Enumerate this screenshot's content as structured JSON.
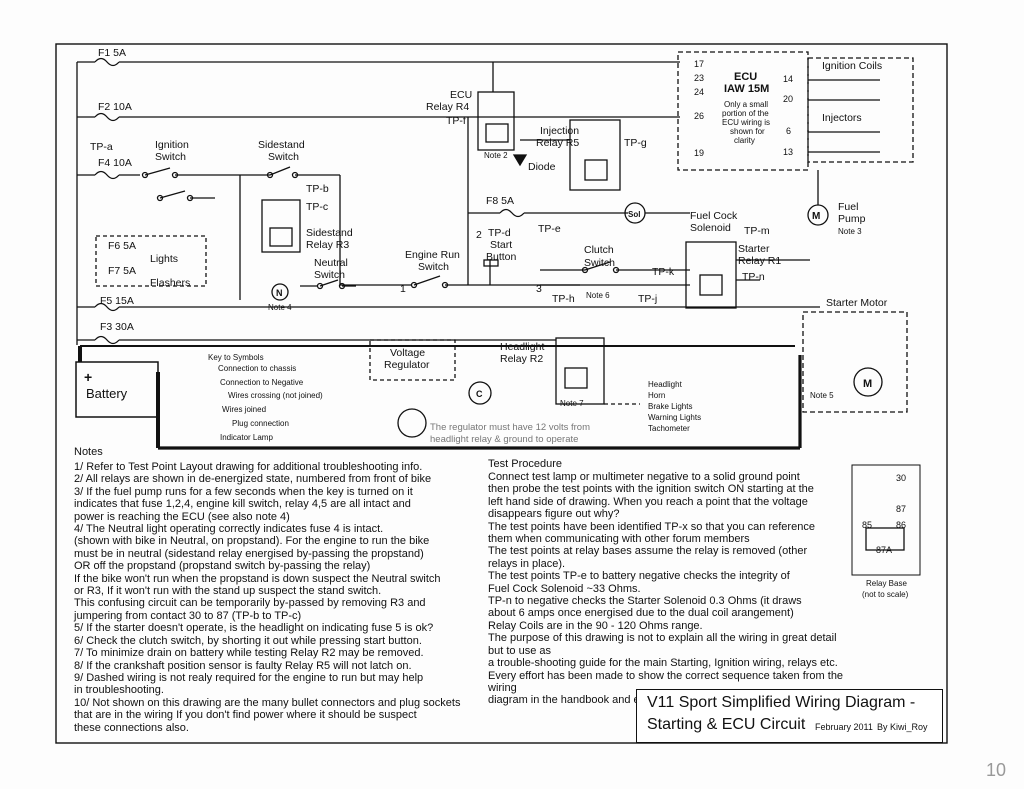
{
  "labels": {
    "f1": "F1 5A",
    "f2": "F2 10A",
    "tpa": "TP-a",
    "f4": "F4 10A",
    "ign": "Ignition",
    "sw": "Switch",
    "sidestand": "Sidestand",
    "sidestand_sw": "Switch",
    "ecu_relay": "ECU",
    "relay_r4": "Relay R4",
    "tpf": "TP-f",
    "note2": "Note 2",
    "injection": "Injection",
    "relay_r5": "Relay R5",
    "tpg": "TP-g",
    "diode": "Diode",
    "ecu_title": "ECU",
    "iaw": "IAW 15M",
    "ecu_note": [
      "Only a small",
      "portion of the",
      "ECU wiring is",
      "shown for",
      "clarity"
    ],
    "pin17": "17",
    "pin23": "23",
    "pin24": "24",
    "pin26": "26",
    "pin19": "19",
    "ign_coils": "Ignition Coils",
    "pin14": "14",
    "pin20": "20",
    "injectors": "Injectors",
    "pin6": "6",
    "pin13": "13",
    "fuel": "Fuel",
    "pump": "Pump",
    "note3": "Note 3",
    "f6": "F6 5A",
    "lights": "Lights",
    "f7": "F7 5A",
    "flashers": "Flashers",
    "tpb": "TP-b",
    "tpc": "TP-c",
    "sidestand_relay": "Sidestand",
    "relay_r3": "Relay R3",
    "neutral": "Neutral",
    "neutral_sw": "Switch",
    "note4": "Note 4",
    "f8": "F8 5A",
    "tpd": "TP-d",
    "tpe": "TP-e",
    "n2": "2",
    "start": "Start",
    "button": "Button",
    "engine_run": "Engine Run",
    "engine_sw": "Switch",
    "n1": "1",
    "n3": "3",
    "clutch": "Clutch",
    "clutch_sw": "Switch",
    "tph": "TP-h",
    "note6": "Note 6",
    "tpj": "TP-j",
    "tpk": "TP-k",
    "sol": "Sol",
    "fuel_cock": "Fuel Cock",
    "solenoid": "Solenoid",
    "tpm": "TP-m",
    "starter": "Starter",
    "relay_r1": "Relay R1",
    "tpn": "TP-n",
    "f5": "F5 15A",
    "f3": "F3 30A",
    "starter_motor": "Starter Motor",
    "note5": "Note 5",
    "battery": "Battery",
    "plus": "+",
    "key_title": "Key to Symbols",
    "key_items": [
      "Connection to chassis",
      "Connection to Negative",
      "Wires crossing (not joined)",
      "Wires joined",
      "Plug connection",
      "Indicator Lamp"
    ],
    "voltage": "Voltage",
    "regulator": "Regulator",
    "headlight": "Headlight",
    "relay_r2": "Relay R2",
    "note7": "Note 7",
    "loads": [
      "Headlight",
      "Horn",
      "Brake Lights",
      "Warning Lights",
      "Tachometer"
    ],
    "reg_note1": "The regulator must have 12 volts from",
    "reg_note2": "headlight relay & ground to operate",
    "relay_base": "Relay Base",
    "not_scale": "(not to scale)",
    "rb30": "30",
    "rb87": "87",
    "rb85": "85",
    "rb86": "86",
    "rb87a": "87A"
  },
  "notes": {
    "title": "Notes",
    "lines": [
      "1/  Refer to Test Point Layout drawing for additional troubleshooting info.",
      "2/  All relays are shown in de-energized state, numbered from front of bike",
      "3/  If the fuel pump runs for a few seconds when the key is turned on it",
      "      indicates that fuse 1,2,4, engine kill switch, relay 4,5 are all intact and",
      "      power is reaching the ECU (see also note 4)",
      "4/  The Neutral light operating correctly indicates fuse 4 is intact.",
      "      (shown with bike in Neutral, on propstand). For the engine to run the bike",
      "      must be in neutral (sidestand relay energised by-passing the propstand)",
      "      OR off the propstand (propstand switch by-passing the relay)",
      "      If the bike won't run when the propstand is down suspect the Neutral switch",
      "      or R3, If it won't run with the stand up suspect the stand switch.",
      "      This confusing circuit can be temporarily by-passed by removing R3 and",
      "      jumpering from contact 30 to 87 (TP-b to TP-c)",
      "5/  If the starter doesn't operate, is the headlight on indicating fuse 5 is ok?",
      "6/  Check the clutch switch, by shorting it out while pressing start button.",
      "7/  To minimize drain on battery while testing Relay R2 may be removed.",
      "8/  If the crankshaft position sensor is faulty Relay R5 will not latch on.",
      "9/  Dashed wiring is not realy required for the engine to run but may help",
      "      in troubleshooting.",
      "10/ Not shown on this drawing are the many bullet connectors and plug sockets",
      "      that are in the wiring  If you don't find power where it should be suspect",
      "      these connections also."
    ]
  },
  "procedure": {
    "title": "Test Procedure",
    "lines": [
      "Connect test lamp or multimeter negative to a solid ground point",
      "then probe the test points with the ignition switch ON starting at the",
      "left hand side of drawing. When you reach a point that the voltage",
      "disappears figure out why?",
      "The test points have been identified TP-x so that you can reference",
      "them when communicating with other forum members",
      "The test points at relay bases assume the relay is removed (other",
      "relays in place).",
      "The test points TP-e to battery negative checks the integrity of",
      "Fuel Cock Solenoid ~33 Ohms.",
      "TP-n to negative checks the Starter Solenoid 0.3 Ohms (it draws",
      "about 6 amps once energised due to the dual coil arangement)",
      "Relay Coils are in the 90 - 120 Ohms range.",
      "The purpose of this drawing is not to explain all the wiring in great detail but to use as",
      "a trouble-shooting guide for the main Starting, Ignition wiring, relays etc.",
      "Every effort has been made to show the correct sequence taken from the wiring",
      "diagram in the handbook and excelent drawings by Carl Allison"
    ]
  },
  "title_block": {
    "line1": "V11 Sport Simplified Wiring Diagram -",
    "line2": "Starting & ECU Circuit",
    "date": "February 2011",
    "author": "By Kiwi_Roy"
  },
  "page_mark": "10"
}
